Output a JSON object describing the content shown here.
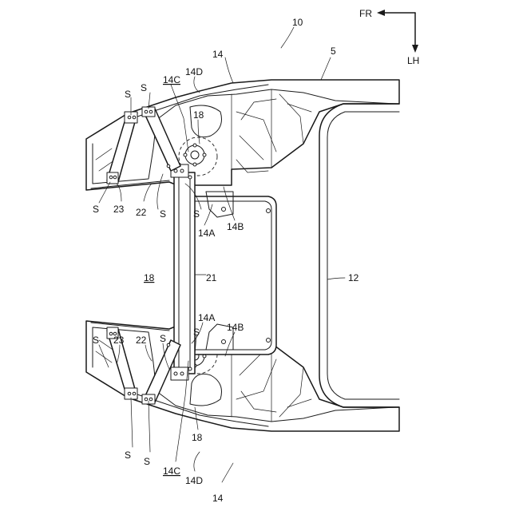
{
  "labels": {
    "assembly": "10",
    "part_5": "5",
    "part_12": "12",
    "part_14_top": "14",
    "part_14_bottom": "14",
    "part_14A_top": "14A",
    "part_14A_bottom": "14A",
    "part_14B_top": "14B",
    "part_14B_bottom": "14B",
    "part_14C_top": "14C",
    "part_14C_bottom": "14C",
    "part_14D_top": "14D",
    "part_14D_bottom": "14D",
    "part_18_center": "18",
    "part_18_top": "18",
    "part_18_bottom": "18",
    "part_21": "21",
    "part_22_top": "22",
    "part_22_bottom": "22",
    "part_23_top": "23",
    "part_23_bottom": "23",
    "weld": "S"
  },
  "directions": {
    "front": "FR",
    "left": "LH"
  }
}
